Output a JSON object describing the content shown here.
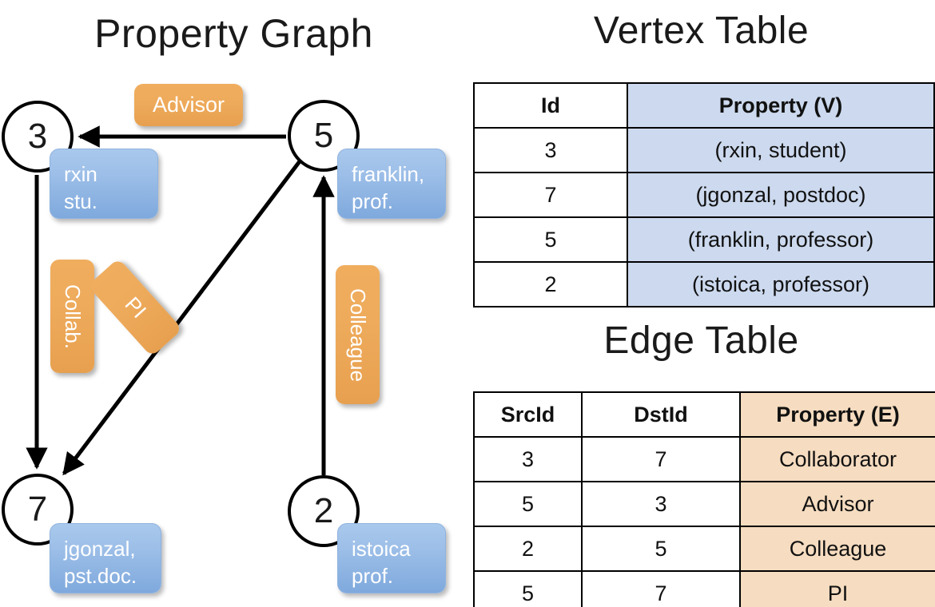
{
  "titles": {
    "property_graph": "Property Graph",
    "vertex_table": "Vertex Table",
    "edge_table": "Edge Table"
  },
  "graph": {
    "nodes": [
      {
        "id": "3",
        "label": "3",
        "property_line1": "rxin",
        "property_line2": "stu."
      },
      {
        "id": "5",
        "label": "5",
        "property_line1": "franklin,",
        "property_line2": "prof."
      },
      {
        "id": "7",
        "label": "7",
        "property_line1": "jgonzal,",
        "property_line2": "pst.doc."
      },
      {
        "id": "2",
        "label": "2",
        "property_line1": "istoica",
        "property_line2": "prof."
      }
    ],
    "edge_labels": [
      {
        "name": "advisor",
        "text": "Advisor"
      },
      {
        "name": "collab",
        "text": "Collab."
      },
      {
        "name": "pi",
        "text": "PI"
      },
      {
        "name": "colleague",
        "text": "Colleague"
      }
    ],
    "edges": [
      {
        "from": "5",
        "to": "3",
        "label": "Advisor"
      },
      {
        "from": "3",
        "to": "7",
        "label": "Collab."
      },
      {
        "from": "5",
        "to": "7",
        "label": "PI"
      },
      {
        "from": "2",
        "to": "5",
        "label": "Colleague"
      }
    ]
  },
  "vertex_table": {
    "headers": [
      "Id",
      "Property (V)"
    ],
    "rows": [
      {
        "id": "3",
        "property": "(rxin, student)"
      },
      {
        "id": "7",
        "property": "(jgonzal, postdoc)"
      },
      {
        "id": "5",
        "property": "(franklin, professor)"
      },
      {
        "id": "2",
        "property": "(istoica, professor)"
      }
    ]
  },
  "edge_table": {
    "headers": [
      "SrcId",
      "DstId",
      "Property (E)"
    ],
    "rows": [
      {
        "src": "3",
        "dst": "7",
        "property": "Collaborator"
      },
      {
        "src": "5",
        "dst": "3",
        "property": "Advisor"
      },
      {
        "src": "2",
        "dst": "5",
        "property": "Colleague"
      },
      {
        "src": "5",
        "dst": "7",
        "property": "PI"
      }
    ]
  },
  "colors": {
    "vertex_property_fill": "#ccd9ee",
    "edge_property_fill": "#f6dcc0",
    "node_box_blue": "#9dbfe8",
    "edge_label_orange": "#eeab5c",
    "stroke": "#000000"
  }
}
